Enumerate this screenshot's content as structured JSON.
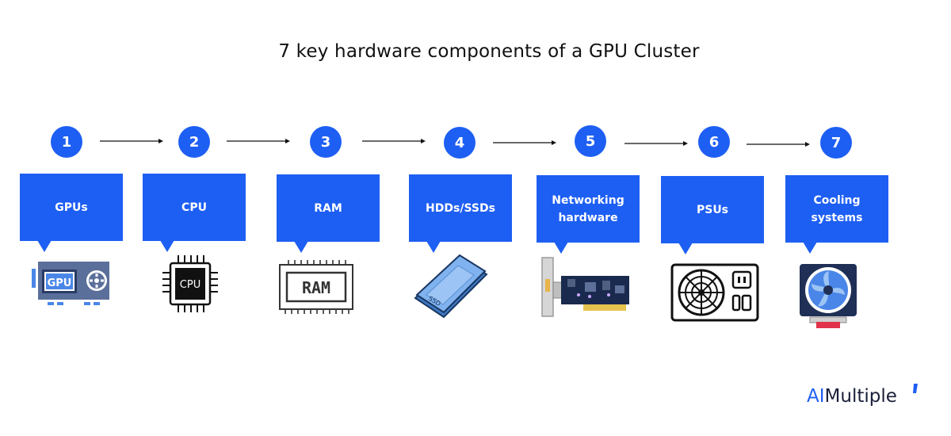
{
  "title": "7 key hardware components of a GPU Cluster",
  "steps": [
    {
      "number": "1",
      "label": "GPUs"
    },
    {
      "number": "2",
      "label": "CPU"
    },
    {
      "number": "3",
      "label": "RAM"
    },
    {
      "number": "4",
      "label": "HDDs/SSDs"
    },
    {
      "number": "5",
      "label": "Networking hardware"
    },
    {
      "number": "6",
      "label": "PSUs"
    },
    {
      "number": "7",
      "label": "Cooling systems"
    }
  ],
  "icons": {
    "gpu_text": "GPU",
    "cpu_text": "CPU",
    "ram_text": "RAM",
    "ssd_text": "SSD"
  },
  "brand": {
    "ai": "AI",
    "rest": "Multiple"
  },
  "colors": {
    "accent": "#1e5ff3",
    "navy": "#1a2a4f",
    "light_blue": "#7fb2ef"
  }
}
